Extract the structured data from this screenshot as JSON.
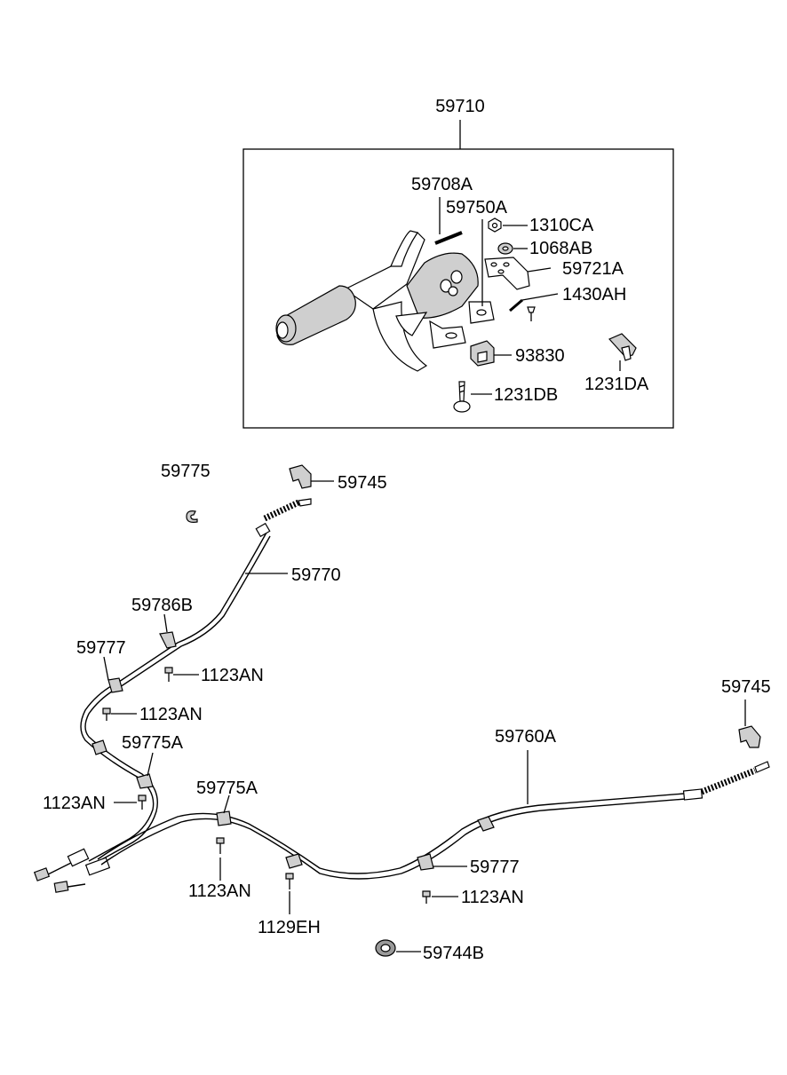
{
  "labels": {
    "l59710": "59710",
    "l59708A": "59708A",
    "l59750A": "59750A",
    "l1310CA": "1310CA",
    "l1068AB": "1068AB",
    "l59721A": "59721A",
    "l1430AH": "1430AH",
    "l93830": "93830",
    "l1231DA": "1231DA",
    "l1231DB": "1231DB",
    "l59775": "59775",
    "l59745_top": "59745",
    "l59770": "59770",
    "l59786B": "59786B",
    "l59777_left": "59777",
    "l1123AN_a": "1123AN",
    "l1123AN_b": "1123AN",
    "l59775A_left": "59775A",
    "l1123AN_c": "1123AN",
    "l59775A_mid": "59775A",
    "l59760A": "59760A",
    "l59745_right": "59745",
    "l59777_right": "59777",
    "l1123AN_d": "1123AN",
    "l1123AN_e": "1123AN",
    "l1129EH": "1129EH",
    "l59744B": "59744B"
  },
  "colors": {
    "line": "#000000",
    "part_fill": "#ffffff",
    "part_shade": "#cfcfcf",
    "part_dark": "#9a9a9a",
    "background": "#ffffff"
  }
}
